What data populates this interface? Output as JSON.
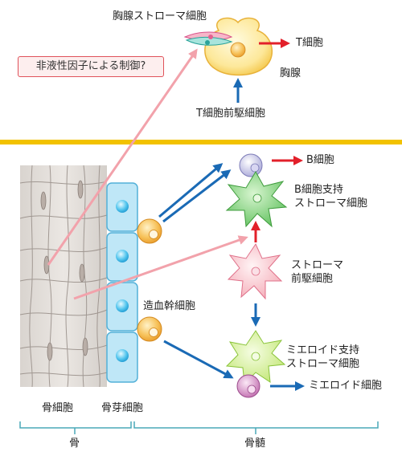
{
  "labels": {
    "thymic_stromal_cell": "胸腺ストローマ細胞",
    "t_cell": "T細胞",
    "thymus": "胸腺",
    "t_precursor": "T細胞前駆細胞",
    "question": "非液性因子による制御?",
    "b_cell": "B細胞",
    "b_support": "B細胞支持\nストローマ細胞",
    "stroma_precursor": "ストローマ\n前駆細胞",
    "hsc": "造血幹細胞",
    "myeloid_support": "ミエロイド支持\nストローマ細胞",
    "myeloid_cell": "ミエロイド細胞",
    "osteocyte": "骨細胞",
    "osteoblast": "骨芽細胞",
    "bone": "骨",
    "bone_marrow": "骨髄"
  },
  "colors": {
    "divider": "#f2c200",
    "blue_arrow": "#1a6ab5",
    "red_arrow": "#e2202a",
    "pink_arrow": "#f2a2ab",
    "bracket": "#4aa9b8"
  }
}
